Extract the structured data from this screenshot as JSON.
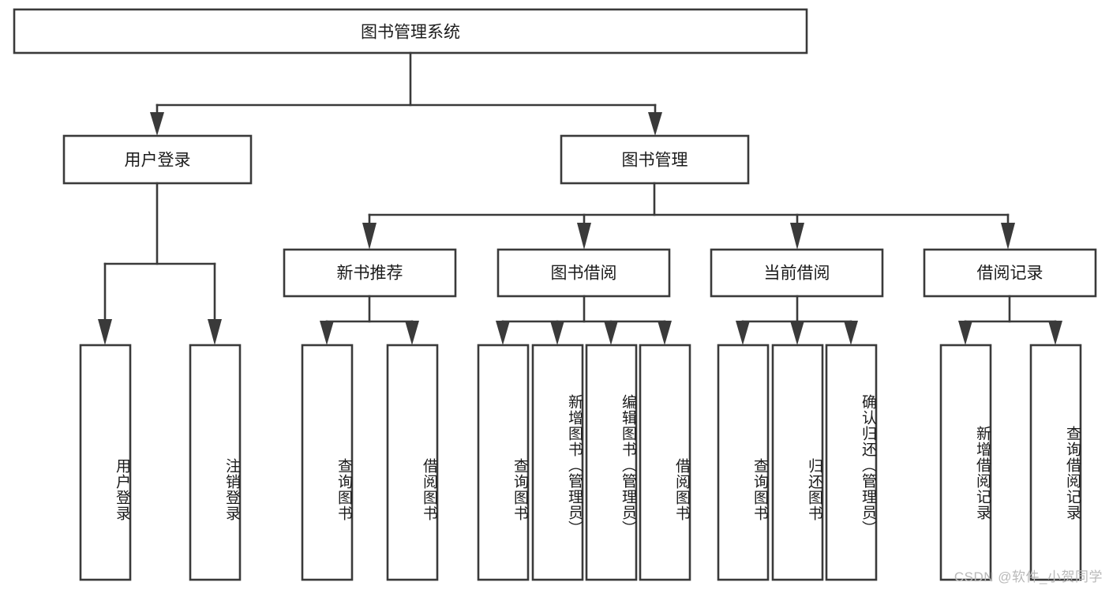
{
  "diagram": {
    "type": "tree-hierarchy-diagram",
    "title": "图书管理系统",
    "watermark": "CSDN @软件_小贺同学",
    "colors": {
      "box_stroke": "#3a3a3a",
      "box_fill": "#ffffff",
      "connector": "#3a3a3a",
      "text": "#1b1b1b",
      "watermark": "#b9b9b9",
      "background": "#ffffff"
    },
    "root": {
      "id": "root",
      "label": "图书管理系统"
    },
    "level1": [
      {
        "id": "user-login",
        "label": "用户登录"
      },
      {
        "id": "book-manage",
        "label": "图书管理"
      }
    ],
    "level2": [
      {
        "id": "new-book-recommend",
        "label": "新书推荐",
        "parent": "book-manage"
      },
      {
        "id": "book-borrow",
        "label": "图书借阅",
        "parent": "book-manage"
      },
      {
        "id": "current-borrow",
        "label": "当前借阅",
        "parent": "book-manage"
      },
      {
        "id": "borrow-record",
        "label": "借阅记录",
        "parent": "book-manage"
      }
    ],
    "leaves": [
      {
        "id": "leaf-user-login",
        "label": "用户登录",
        "parent": "user-login"
      },
      {
        "id": "leaf-logout-login",
        "label": "注销登录",
        "parent": "user-login"
      },
      {
        "id": "leaf-query-book-1",
        "label": "查询图书",
        "parent": "new-book-recommend"
      },
      {
        "id": "leaf-borrow-book-1",
        "label": "借阅图书",
        "parent": "new-book-recommend"
      },
      {
        "id": "leaf-query-book-2",
        "label": "查询图书",
        "parent": "book-borrow"
      },
      {
        "id": "leaf-add-book",
        "label": "新增图书（管理员）",
        "parent": "book-borrow"
      },
      {
        "id": "leaf-edit-book",
        "label": "编辑图书（管理员）",
        "parent": "book-borrow"
      },
      {
        "id": "leaf-borrow-book-2",
        "label": "借阅图书",
        "parent": "book-borrow"
      },
      {
        "id": "leaf-query-book-3",
        "label": "查询图书",
        "parent": "current-borrow"
      },
      {
        "id": "leaf-return-book",
        "label": "归还图书",
        "parent": "current-borrow"
      },
      {
        "id": "leaf-confirm-return",
        "label": "确认归还（管理员）",
        "parent": "current-borrow"
      },
      {
        "id": "leaf-add-record",
        "label": "新增借阅记录",
        "parent": "borrow-record"
      },
      {
        "id": "leaf-query-record",
        "label": "查询借阅记录",
        "parent": "borrow-record"
      }
    ]
  }
}
